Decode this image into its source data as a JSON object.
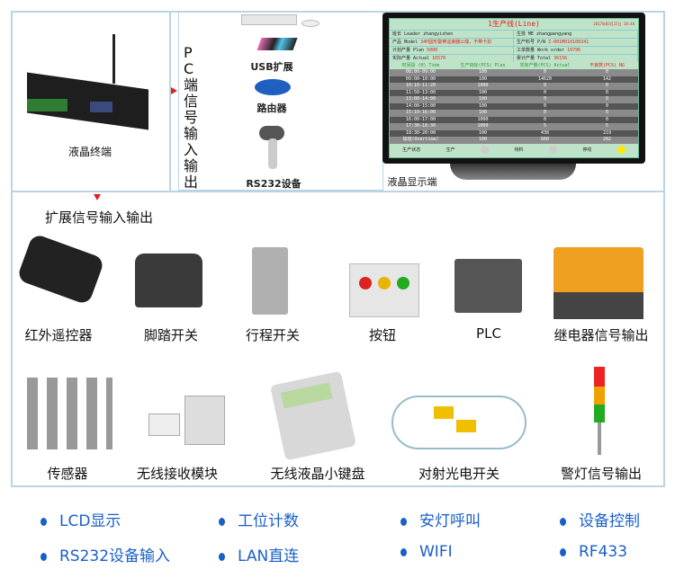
{
  "top": {
    "terminal_label": "液晶终端",
    "pc_section_title": "PC端信号输入输出",
    "usb_label": "USB扩展",
    "router_label": "路由器",
    "rs232_label": "RS232设备",
    "monitor_label": "液晶显示端"
  },
  "screen": {
    "title": "1生产线(Line)",
    "date": "2017年03月15日    18:48",
    "info": [
      [
        {
          "k": "班长 Leader ",
          "v": "zhangyizhen",
          "red": false
        },
        {
          "k": "生技 ME ",
          "v": "zhangpengyang",
          "red": false
        }
      ],
      [
        {
          "k": "产品 Model ",
          "v": "34P圆形警棒遥接器公端，不带卡扣",
          "red": true
        },
        {
          "k": "生产料号 P/N ",
          "v": "Z-001M010100341",
          "red": true
        }
      ],
      [
        {
          "k": "计划产量 Plan ",
          "v": "5000",
          "red": true
        },
        {
          "k": "工单数量 Work order ",
          "v": "19796",
          "red": true
        }
      ],
      [
        {
          "k": "实际产量 Actual ",
          "v": "16570",
          "red": true
        },
        {
          "k": "累计产量 Total ",
          "v": "36156",
          "red": true
        }
      ]
    ],
    "headers": [
      "时间段 (H) Time",
      "生产目标(PCS) Plan",
      "实际产量(PCS) Actual",
      "不良数(PCS) NG"
    ],
    "rows": [
      [
        "08:00-09:00",
        "100",
        "0",
        "0"
      ],
      [
        "09:00-10:00",
        "100",
        "14620",
        "142"
      ],
      [
        "10:10-11:20",
        "1000",
        "0",
        "0"
      ],
      [
        "11:50-13:00",
        "100",
        "0",
        "0"
      ],
      [
        "13:00-14:00",
        "100",
        "0",
        "0"
      ],
      [
        "14:00-15:00",
        "100",
        "0",
        "0"
      ],
      [
        "15:10-16:00",
        "100",
        "0",
        "0"
      ],
      [
        "16:00-17:00",
        "1000",
        "0",
        "0"
      ],
      [
        "17:30-18:30",
        "1000",
        "5",
        "5"
      ],
      [
        "18:30-20:00",
        "100",
        "438",
        "219"
      ],
      [
        "加班(Overtime)",
        "100",
        "660",
        "202"
      ]
    ],
    "status": [
      "生产状态",
      "生产",
      "待料",
      "停线"
    ]
  },
  "expansion": {
    "title": "扩展信号输入输出",
    "row1": [
      "红外遥控器",
      "脚踏开关",
      "行程开关",
      "按钮",
      "PLC",
      "继电器信号输出"
    ],
    "row2": [
      "传感器",
      "无线接收模块",
      "无线液晶小键盘",
      "对射光电开关",
      "警灯信号输出"
    ]
  },
  "features": [
    "LCD显示",
    "工位计数",
    "安灯呼叫",
    "设备控制",
    "RS232设备输入",
    "LAN直连",
    "WIFI",
    "RF433"
  ],
  "colors": {
    "feature_blue": "#1a5fc8",
    "border": "#b9d4e3",
    "arrow_red": "#e02020",
    "screen_bg": "#bfe3c9"
  }
}
